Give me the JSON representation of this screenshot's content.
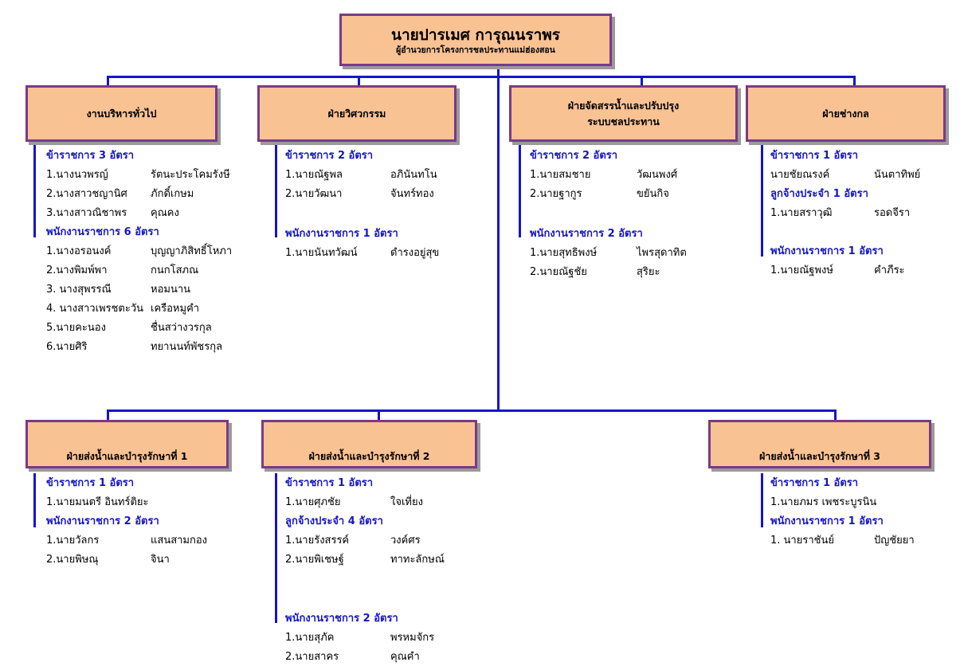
{
  "root": {
    "name": "นายปารเมศ การุณนราพร",
    "title": "ผู้อำนวยการโครงการชลประทานแม่ฮ่องสอน"
  },
  "departments": [
    {
      "title": "งานบริหารทั่วไป",
      "sections": [
        {
          "heading": "ข้าราชการ 3 อัตรา",
          "people": [
            {
              "name": "1.นางนวพรญ์",
              "surname": "รัตนะประโคมรังษี"
            },
            {
              "name": "2.นางสาวชญานิศ",
              "surname": "ภักดิ์เกษม"
            },
            {
              "name": "3.นางสาวณิชาพร",
              "surname": "คุณคง"
            }
          ]
        },
        {
          "heading": "พนักงานราชการ 6 อัตรา",
          "people": [
            {
              "name": "1.นางอรอนงค์",
              "surname": "บุญญาภิสิทธิ์โหภา"
            },
            {
              "name": "2.นางพิมพ์พา",
              "surname": "กนกโสภณ"
            },
            {
              "name": "3. นางสุพรรณี",
              "surname": "หอมนาน"
            },
            {
              "name": "4. นางสาวเพรชตะวัน",
              "surname": "เครือหมูคำ"
            },
            {
              "name": "5.นายคะนอง",
              "surname": "ชื่นสว่างวรกุล"
            },
            {
              "name": "6.นายศิริ",
              "surname": "ทยานนท์พัชรกุล"
            }
          ]
        }
      ]
    },
    {
      "title": "ฝ่ายวิศวกรรม",
      "sections": [
        {
          "heading": "ข้าราชการ 2 อัตรา",
          "people": [
            {
              "name": "1.นายณัฐพล",
              "surname": "อภินันทโน"
            },
            {
              "name": "2.นายวัฒนา",
              "surname": "จันทร์ทอง"
            }
          ]
        },
        {
          "heading": "พนักงานราชการ 1 อัตรา",
          "people": [
            {
              "name": "1.นายนันทวัฒน์",
              "surname": "ดำรงอยู่สุข"
            }
          ]
        }
      ]
    },
    {
      "title": "ฝ่ายจัดสรรน้ำและปรับปรุง",
      "title2": "ระบบชลประทาน",
      "sections": [
        {
          "heading": "ข้าราชการ 2 อัตรา",
          "people": [
            {
              "name": "1.นายสมชาย",
              "surname": "วัฒนพงศ์"
            },
            {
              "name": "2.นายฐากูร",
              "surname": "ขยันกิจ"
            }
          ]
        },
        {
          "heading": "พนักงานราชการ 2 อัตรา",
          "people": [
            {
              "name": "1.นายสุทธิพงษ์",
              "surname": "ไพรสุดาทิต"
            },
            {
              "name": "2.นายณัฐชัย",
              "surname": "สุริยะ"
            }
          ]
        }
      ]
    },
    {
      "title": "ฝ่ายช่างกล",
      "sections": [
        {
          "heading": "ข้าราชการ 1 อัตรา",
          "people": [
            {
              "name": "นายชัยณรงค์",
              "surname": "นันตาทิพย์"
            }
          ]
        },
        {
          "heading": "ลูกจ้างประจำ 1 อัตรา",
          "people": [
            {
              "name": "1.นายสราวุฒิ",
              "surname": "รอดจีรา"
            }
          ]
        },
        {
          "heading": "พนักงานราชการ 1 อัตรา",
          "people": [
            {
              "name": "1.นายณัฐพงษ์",
              "surname": "คำภีระ"
            }
          ]
        }
      ]
    },
    {
      "title": "ฝ่ายส่งน้ำและบำรุงรักษาที่ 1",
      "sections": [
        {
          "heading": "ข้าราชการ 1 อัตรา",
          "people": [
            {
              "name": "1.นายมนตรี อินทร์ติยะ",
              "surname": ""
            }
          ]
        },
        {
          "heading": "พนักงานราชการ 2 อัตรา",
          "people": [
            {
              "name": "1.นายวัลกร",
              "surname": "แสนสามกอง"
            },
            {
              "name": "2.นายพิษณุ",
              "surname": "จินา"
            }
          ]
        }
      ]
    },
    {
      "title": "ฝ่ายส่งน้ำและบำรุงรักษาที่ 2",
      "sections": [
        {
          "heading": "ข้าราชการ 1 อัตรา",
          "people": [
            {
              "name": "1.นายศุภชัย",
              "surname": "ใจเที่ยง"
            }
          ]
        },
        {
          "heading": "ลูกจ้างประจำ 4 อัตรา",
          "people": [
            {
              "name": "1.นายรังสรรค์",
              "surname": "วงค์ศร"
            },
            {
              "name": "2.นายพิเชษฐ์",
              "surname": "ทาทะลักษณ์"
            }
          ]
        },
        {
          "heading": "พนักงานราชการ 2 อัตรา",
          "people": [
            {
              "name": "1.นายสุภัค",
              "surname": "พรหมจักร"
            },
            {
              "name": "2.นายสาคร",
              "surname": "คุณคำ"
            }
          ]
        }
      ]
    },
    {
      "title": "ฝ่ายส่งน้ำและบำรุงรักษาที่ 3",
      "sections": [
        {
          "heading": "ข้าราชการ 1 อัตรา",
          "people": [
            {
              "name": "1.นายภมร เพชระบูรนิน",
              "surname": ""
            }
          ]
        },
        {
          "heading": "พนักงานราชการ 1 อัตรา",
          "people": [
            {
              "name": "1. นายราชันย์",
              "surname": "ปัญชัยยา"
            }
          ]
        }
      ]
    }
  ]
}
